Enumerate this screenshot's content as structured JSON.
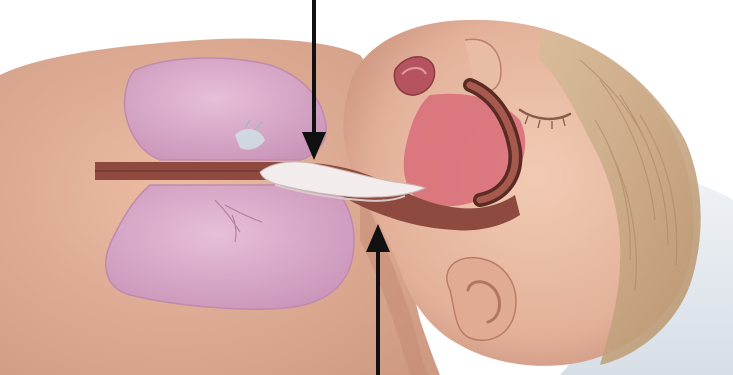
{
  "figure": {
    "subject": "infant-airway-cross-section",
    "annotations": [
      {
        "id": "arrow-top",
        "direction": "down",
        "target": "esophagus"
      },
      {
        "id": "arrow-bottom",
        "direction": "up",
        "target": "trachea"
      }
    ]
  },
  "colors": {
    "background": "#ffffff",
    "skin": "#e6b49c",
    "skin_shadow": "#c98f78",
    "lung": "#d9a9c8",
    "lung_edge": "#bf8aae",
    "airway": "#8e4a3e",
    "airway_dark": "#5b2a24",
    "mouth_interior": "#d86c78",
    "hair": "#c9aa88",
    "blanket": "#e9eef2",
    "arrow": "#111111"
  }
}
